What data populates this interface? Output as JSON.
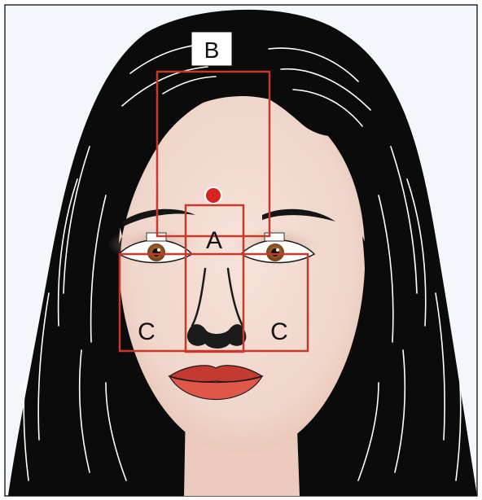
{
  "labels": {
    "a": "A",
    "b": "B",
    "c_left": "C",
    "c_right": "C"
  },
  "colors": {
    "zone_outline": "#c9392b",
    "hair": "#0b0b0b",
    "skin": "#f2d9cf",
    "bindi": "#d8231f",
    "lips": "#d9473a"
  }
}
